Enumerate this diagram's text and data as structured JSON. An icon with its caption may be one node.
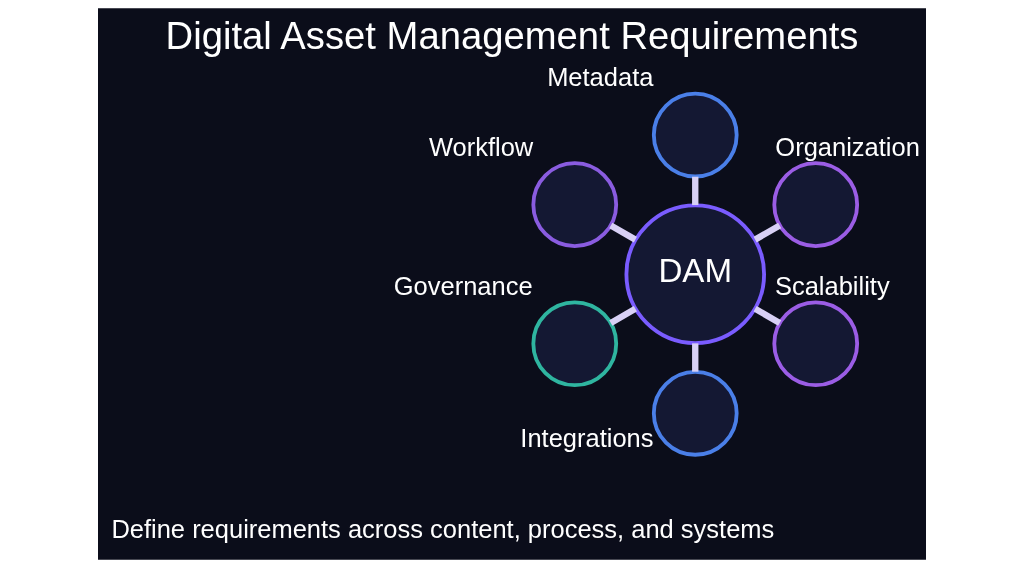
{
  "diagram": {
    "title": "Digital Asset Management Requirements",
    "caption": "Define requirements across content, process, and systems",
    "nodes": [
      {
        "text": [
          "DAM"
        ]
      },
      {
        "text": [],
        "shape": "circle",
        "beside": [
          "Organization"
        ]
      },
      {
        "text": [],
        "shape": "circle",
        "beside": [
          "Metadata"
        ]
      },
      {
        "text": [],
        "shape": "circle",
        "beside": [
          "Workflow"
        ]
      },
      {
        "text": [],
        "shape": "circle",
        "beside": [
          "Governance"
        ]
      },
      {
        "text": [],
        "shape": "circle",
        "beside": [
          "Integrations"
        ]
      },
      {
        "text": [],
        "shape": "circle",
        "beside": [
          "Scalability"
        ]
      }
    ],
    "edges": [
      {
        "from": 0,
        "to": 1,
        "arrow": "none"
      },
      {
        "from": 0,
        "to": 2,
        "arrow": "none"
      },
      {
        "from": 0,
        "to": 3,
        "arrow": "none"
      },
      {
        "from": 0,
        "to": 4,
        "arrow": "none"
      },
      {
        "from": 0,
        "to": 5,
        "arrow": "none"
      },
      {
        "from": 0,
        "to": 6,
        "arrow": "none"
      }
    ]
  }
}
